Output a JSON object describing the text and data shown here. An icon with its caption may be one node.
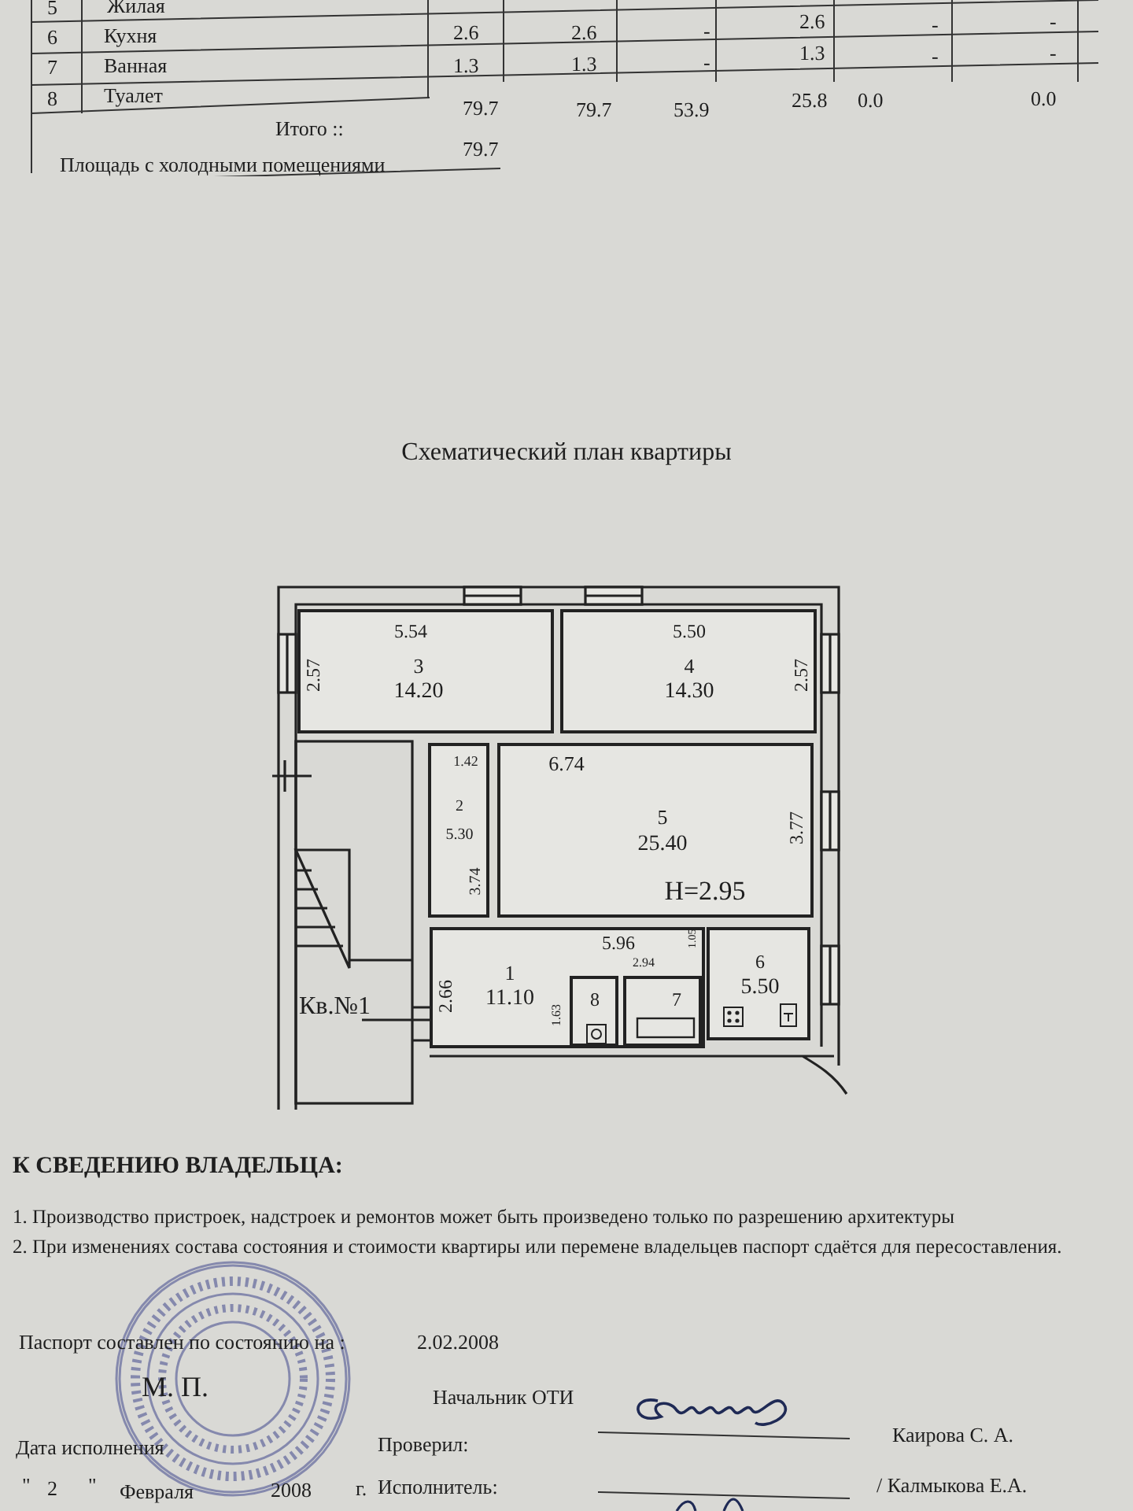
{
  "diagram": {
    "title": "Схематический план квартиры",
    "nodes": [
      {
        "text": [
          "5.54",
          "2.57",
          "3",
          "14.20"
        ]
      },
      {
        "text": [
          "5.50",
          "4",
          "14.30",
          "2.57"
        ]
      },
      {
        "text": [
          "1.42",
          "2",
          "5.30",
          "3.74"
        ]
      },
      {
        "text": [
          "6.74",
          "5",
          "25.40",
          "3.77",
          "H=2.95"
        ]
      },
      {
        "text": [
          "5.96",
          "2.66",
          "1",
          "11.10",
          "1.63"
        ]
      },
      {
        "text": [
          "8"
        ],
        "in": 4
      },
      {
        "text": [
          "7"
        ],
        "in": 4
      },
      {
        "text": [
          "6",
          "5.50"
        ]
      }
    ],
    "labels": [
      "5",
      "Жилая",
      "6",
      "Кухня",
      "2.6",
      "2.6",
      "-",
      "2.6",
      "-",
      "-",
      "7",
      "Ванная",
      "1.3",
      "1.3",
      "-",
      "1.3",
      "-",
      "-",
      "8",
      "Туалет",
      "Итого ::",
      "79.7",
      "79.7",
      "53.9",
      "25.8",
      "0.0",
      "0.0",
      "Площадь с холодными помещениями",
      "79.7",
      "2.94",
      "1.05",
      "Кв.№1",
      "К СВЕДЕНИЮ ВЛАДЕЛЬЦА:",
      "1. Производство пристроек, надстроек и ремонтов может быть произведено только по разрешению архитектуры",
      "2. При изменениях состава состояния и стоимости квартиры или перемене владельцев паспорт сдаётся для пересоставления.",
      "Паспорт составлен по состоянию на :",
      "2.02.2008",
      "М. П.",
      "Начальник ОТИ",
      "Каирова С. А.",
      "Дата исполнения",
      "Проверил:",
      "\"",
      "2",
      "\"",
      "Февраля",
      "2008",
      "г.",
      "Исполнитель:",
      "/ Калмыкова Е.А."
    ]
  }
}
